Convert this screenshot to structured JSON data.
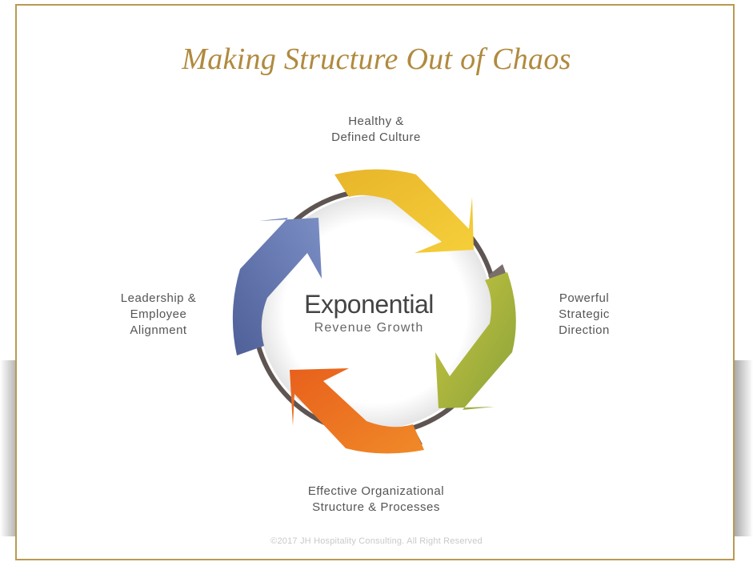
{
  "title": "Making Structure Out of Chaos",
  "center": {
    "main": "Exponential",
    "sub": "Revenue Growth"
  },
  "labels": {
    "top": [
      "Healthy &",
      "Defined Culture"
    ],
    "right": [
      "Powerful",
      "Strategic",
      "Direction"
    ],
    "left": [
      "Leadership &",
      "Employee",
      "Alignment"
    ],
    "bottom": [
      "Effective Organizational",
      "Structure & Processes"
    ]
  },
  "copyright": "©2017  JH Hospitality Consulting. All Right Reserved",
  "colors": {
    "border": "#b89a52",
    "title": "#b08a3e",
    "arrow_top": "#f0c030",
    "arrow_right": "#9aaa3a",
    "arrow_bottom": "#f07828",
    "arrow_left": "#6a7fb2",
    "ring": "#6b625f"
  }
}
